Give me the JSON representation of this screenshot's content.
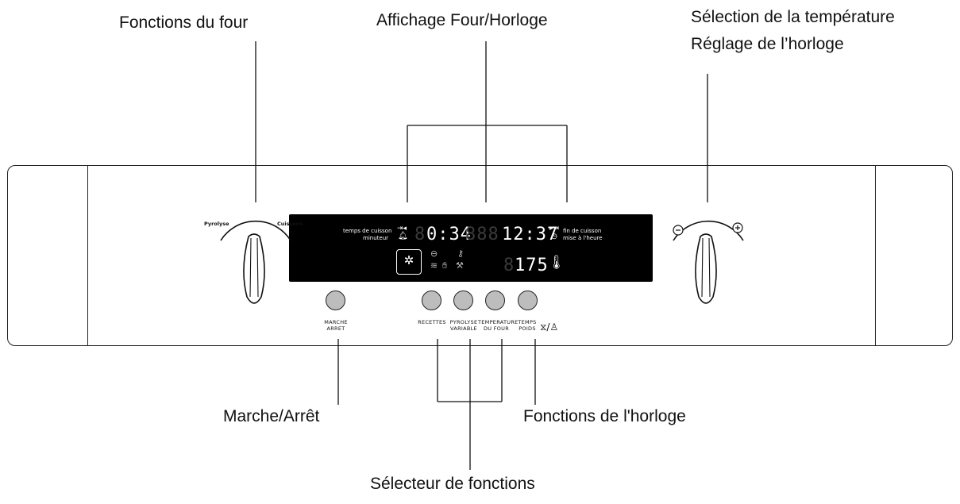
{
  "callouts": {
    "fonctions_four": "Fonctions du four",
    "affichage": "Affichage Four/Horloge",
    "selection_temp": "Sélection de la température",
    "reglage_horloge": "Réglage de l’horloge",
    "marche_arret": "Marche/Arrêt",
    "fonctions_horloge": "Fonctions de l'horloge",
    "selecteur": "Sélecteur de fonctions"
  },
  "left_knob": {
    "label_left": "Pyrolyse",
    "label_right": "Cuissons"
  },
  "right_knob": {
    "minus_icon": "minus-circle-icon",
    "plus_icon": "plus-circle-icon"
  },
  "display": {
    "left_text_1": "temps de cuisson",
    "left_text_2": "minuteur",
    "right_text_1": "fin de cuisson",
    "right_text_2": "mise à l'heure",
    "time_left": "0:34",
    "time_right": "12:37",
    "temperature": "175",
    "icons": [
      "duration-icon",
      "bell-icon",
      "fan-icon",
      "grill-icon",
      "wave-icon",
      "hand-icon",
      "key-icon",
      "end-time-icon",
      "clock-icon",
      "thermometer-icon"
    ]
  },
  "buttons": {
    "marche": {
      "line1": "Marche",
      "line2": "Arret"
    },
    "recettes": {
      "line1": "Recettes"
    },
    "pyrolyse": {
      "line1": "Pyrolyse",
      "line2": "Variable"
    },
    "temperature": {
      "line1": "Temperature",
      "line2": "du Four"
    },
    "temps": {
      "line1": "Temps",
      "line2": "Poids"
    },
    "clock_symbols": "⧖/♙"
  },
  "colors": {
    "button_fill": "#bdbdbd",
    "display_bg": "#000000",
    "line": "#222222"
  }
}
